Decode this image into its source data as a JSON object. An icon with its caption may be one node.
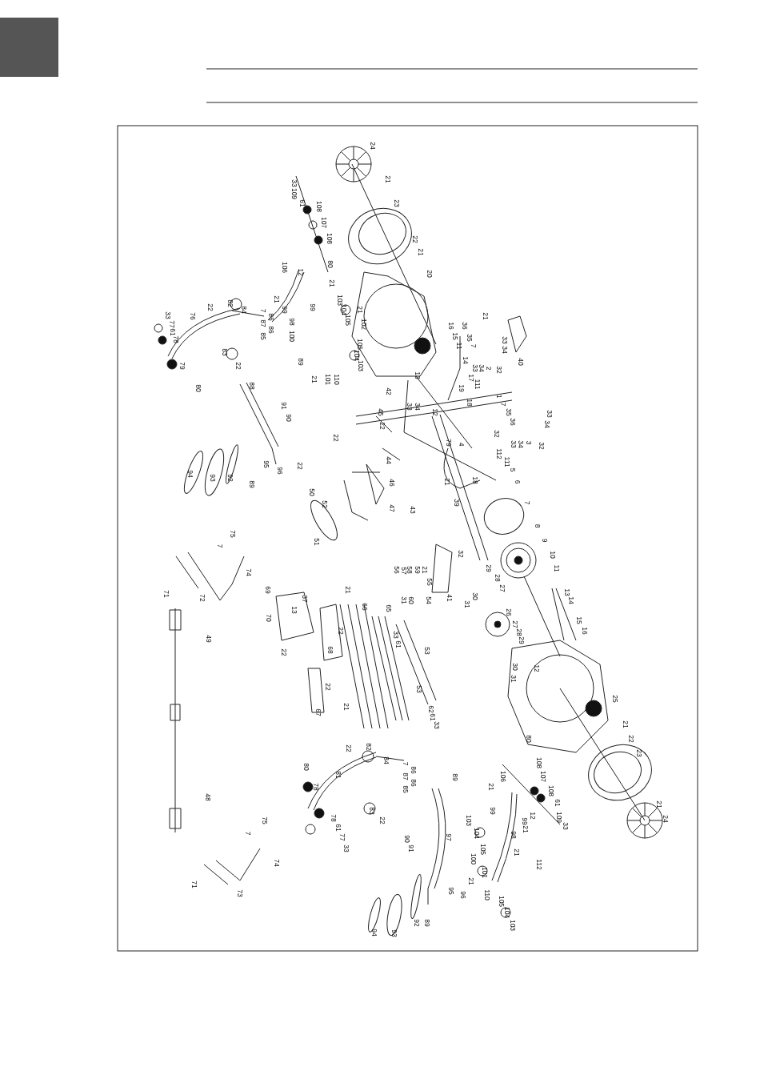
{
  "diagram": {
    "labels": [
      "24",
      "21",
      "23",
      "33",
      "109",
      "61",
      "108",
      "107",
      "108",
      "80",
      "106",
      "12",
      "21",
      "21",
      "99",
      "99",
      "103",
      "104",
      "21",
      "105",
      "102",
      "98",
      "100",
      "105",
      "104",
      "103",
      "101",
      "110",
      "21",
      "89",
      "88",
      "42",
      "22",
      "82",
      "84",
      "7",
      "86",
      "87",
      "86",
      "85",
      "76",
      "33",
      "77",
      "61",
      "78",
      "83",
      "22",
      "79",
      "80",
      "22",
      "21",
      "20",
      "16",
      "15",
      "11",
      "14",
      "13",
      "17",
      "19",
      "111",
      "36",
      "35",
      "7",
      "21",
      "33",
      "34",
      "33",
      "34",
      "2",
      "32",
      "40",
      "1",
      "91",
      "90",
      "94",
      "93",
      "92",
      "89",
      "95",
      "96",
      "22",
      "22",
      "50",
      "52",
      "51",
      "45",
      "22",
      "44",
      "46",
      "47",
      "75",
      "7",
      "74",
      "71",
      "72",
      "69",
      "37",
      "13",
      "70",
      "21",
      "66",
      "22",
      "68",
      "22",
      "49",
      "65",
      "33",
      "61",
      "56",
      "57",
      "31",
      "33",
      "34",
      "12",
      "18",
      "7",
      "35",
      "36",
      "33",
      "34",
      "33",
      "34",
      "3",
      "32",
      "79",
      "4",
      "32",
      "112",
      "111",
      "5",
      "18",
      "21",
      "6",
      "39",
      "43",
      "7",
      "8",
      "9",
      "32",
      "10",
      "11",
      "58",
      "59",
      "21",
      "55",
      "60",
      "54",
      "41",
      "29",
      "28",
      "27",
      "30",
      "31",
      "26",
      "27",
      "28",
      "29",
      "30",
      "13",
      "14",
      "15",
      "16",
      "12",
      "53",
      "67",
      "21",
      "22",
      "48",
      "22",
      "82",
      "84",
      "80",
      "81",
      "78",
      "83",
      "22",
      "75",
      "78",
      "61",
      "77",
      "33",
      "7",
      "74",
      "71",
      "73",
      "94",
      "93",
      "31",
      "53",
      "62",
      "61",
      "33",
      "25",
      "21",
      "22",
      "23",
      "21",
      "24",
      "7",
      "86",
      "87",
      "86",
      "85",
      "89",
      "80",
      "108",
      "106",
      "107",
      "108",
      "21",
      "99",
      "99",
      "12",
      "21",
      "61",
      "109",
      "33",
      "103",
      "104",
      "98",
      "97",
      "90",
      "91",
      "105",
      "100",
      "21",
      "112",
      "101",
      "21",
      "95",
      "96",
      "110",
      "105",
      "104",
      "103",
      "92",
      "89"
    ]
  }
}
